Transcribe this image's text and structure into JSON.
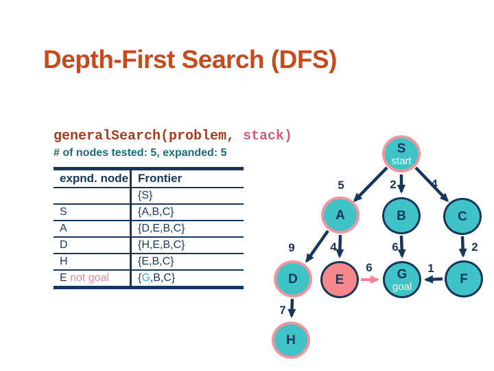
{
  "slide": {
    "title": "Depth-First Search (DFS)"
  },
  "code": {
    "main": "generalSearch(problem, ",
    "highlight": "stack)"
  },
  "stats": "# of nodes tested: 5, expanded: 5",
  "table": {
    "headers": [
      "expnd. node",
      "Frontier"
    ],
    "rows": [
      {
        "node": "",
        "note": "",
        "frontier_pre": "{S}",
        "frontier_goal": "",
        "frontier_post": ""
      },
      {
        "node": "S",
        "note": "",
        "frontier_pre": "{A,B,C}",
        "frontier_goal": "",
        "frontier_post": ""
      },
      {
        "node": "A",
        "note": "",
        "frontier_pre": "{D,E,B,C}",
        "frontier_goal": "",
        "frontier_post": ""
      },
      {
        "node": "D",
        "note": "",
        "frontier_pre": "{H,E,B,C}",
        "frontier_goal": "",
        "frontier_post": ""
      },
      {
        "node": "H",
        "note": "",
        "frontier_pre": "{E,B,C}",
        "frontier_goal": "",
        "frontier_post": ""
      },
      {
        "node": "E",
        "note": " not goal",
        "frontier_pre": "{",
        "frontier_goal": "G",
        "frontier_post": ",B,C}"
      }
    ]
  },
  "graph": {
    "nodes": {
      "S": {
        "label": "S",
        "sub": "start"
      },
      "A": {
        "label": "A"
      },
      "B": {
        "label": "B"
      },
      "C": {
        "label": "C"
      },
      "D": {
        "label": "D"
      },
      "E": {
        "label": "E"
      },
      "G": {
        "label": "G",
        "sub": "goal"
      },
      "F": {
        "label": "F"
      },
      "H": {
        "label": "H"
      }
    },
    "edges": [
      {
        "from": "S",
        "to": "A",
        "weight": "5"
      },
      {
        "from": "S",
        "to": "B",
        "weight": "2"
      },
      {
        "from": "S",
        "to": "C",
        "weight": "4"
      },
      {
        "from": "A",
        "to": "D",
        "weight": "9"
      },
      {
        "from": "A",
        "to": "E",
        "weight": "4"
      },
      {
        "from": "B",
        "to": "G",
        "weight": "6"
      },
      {
        "from": "C",
        "to": "F",
        "weight": "2"
      },
      {
        "from": "E",
        "to": "G",
        "weight": "6"
      },
      {
        "from": "F",
        "to": "G",
        "weight": "1"
      },
      {
        "from": "D",
        "to": "H",
        "weight": "7"
      }
    ],
    "expanded_path_nodes": [
      "S",
      "A",
      "D",
      "H"
    ],
    "tested_not_goal_node": "E"
  },
  "colors": {
    "title_orange": "#c7491e",
    "code_dark_red": "#a63e1e",
    "code_pink": "#cc5f74",
    "stats_teal": "#1d6b7a",
    "navy": "#16365c",
    "node_teal_fill": "#3fc3c6",
    "pink_border": "#f0959b",
    "tested_fill": "#f6878b",
    "pink_arrow": "#f2858f",
    "note_pink": "#ee8698",
    "table_goal_teal": "#2cb5ba",
    "background": "#ffffff"
  }
}
